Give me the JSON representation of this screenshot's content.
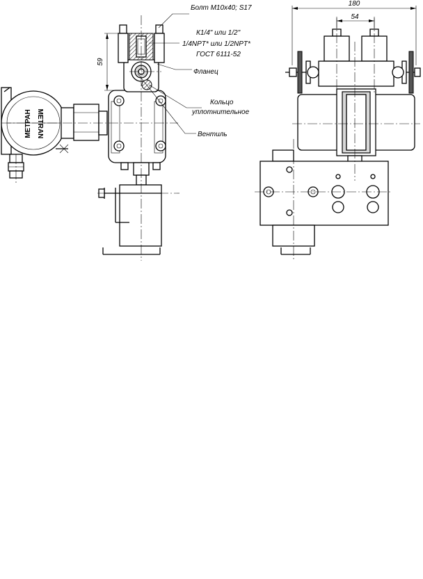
{
  "callouts": {
    "bolt": "Болт М10х40; S17",
    "thread_line1": "К1/4\" или 1/2\"",
    "thread_line2": "1/4NPT* или 1/2NPT*",
    "thread_line3": "ГОСТ 6111-52",
    "flange": "Фланец",
    "ring_line1": "Кольцо",
    "ring_line2": "уплотнительное",
    "valve": "Вентиль"
  },
  "dimensions": {
    "height": "59",
    "overall_width": "180",
    "center_spacing": "54"
  },
  "housing_labels": {
    "left": "МЕТРАН",
    "right": "METRAN"
  }
}
